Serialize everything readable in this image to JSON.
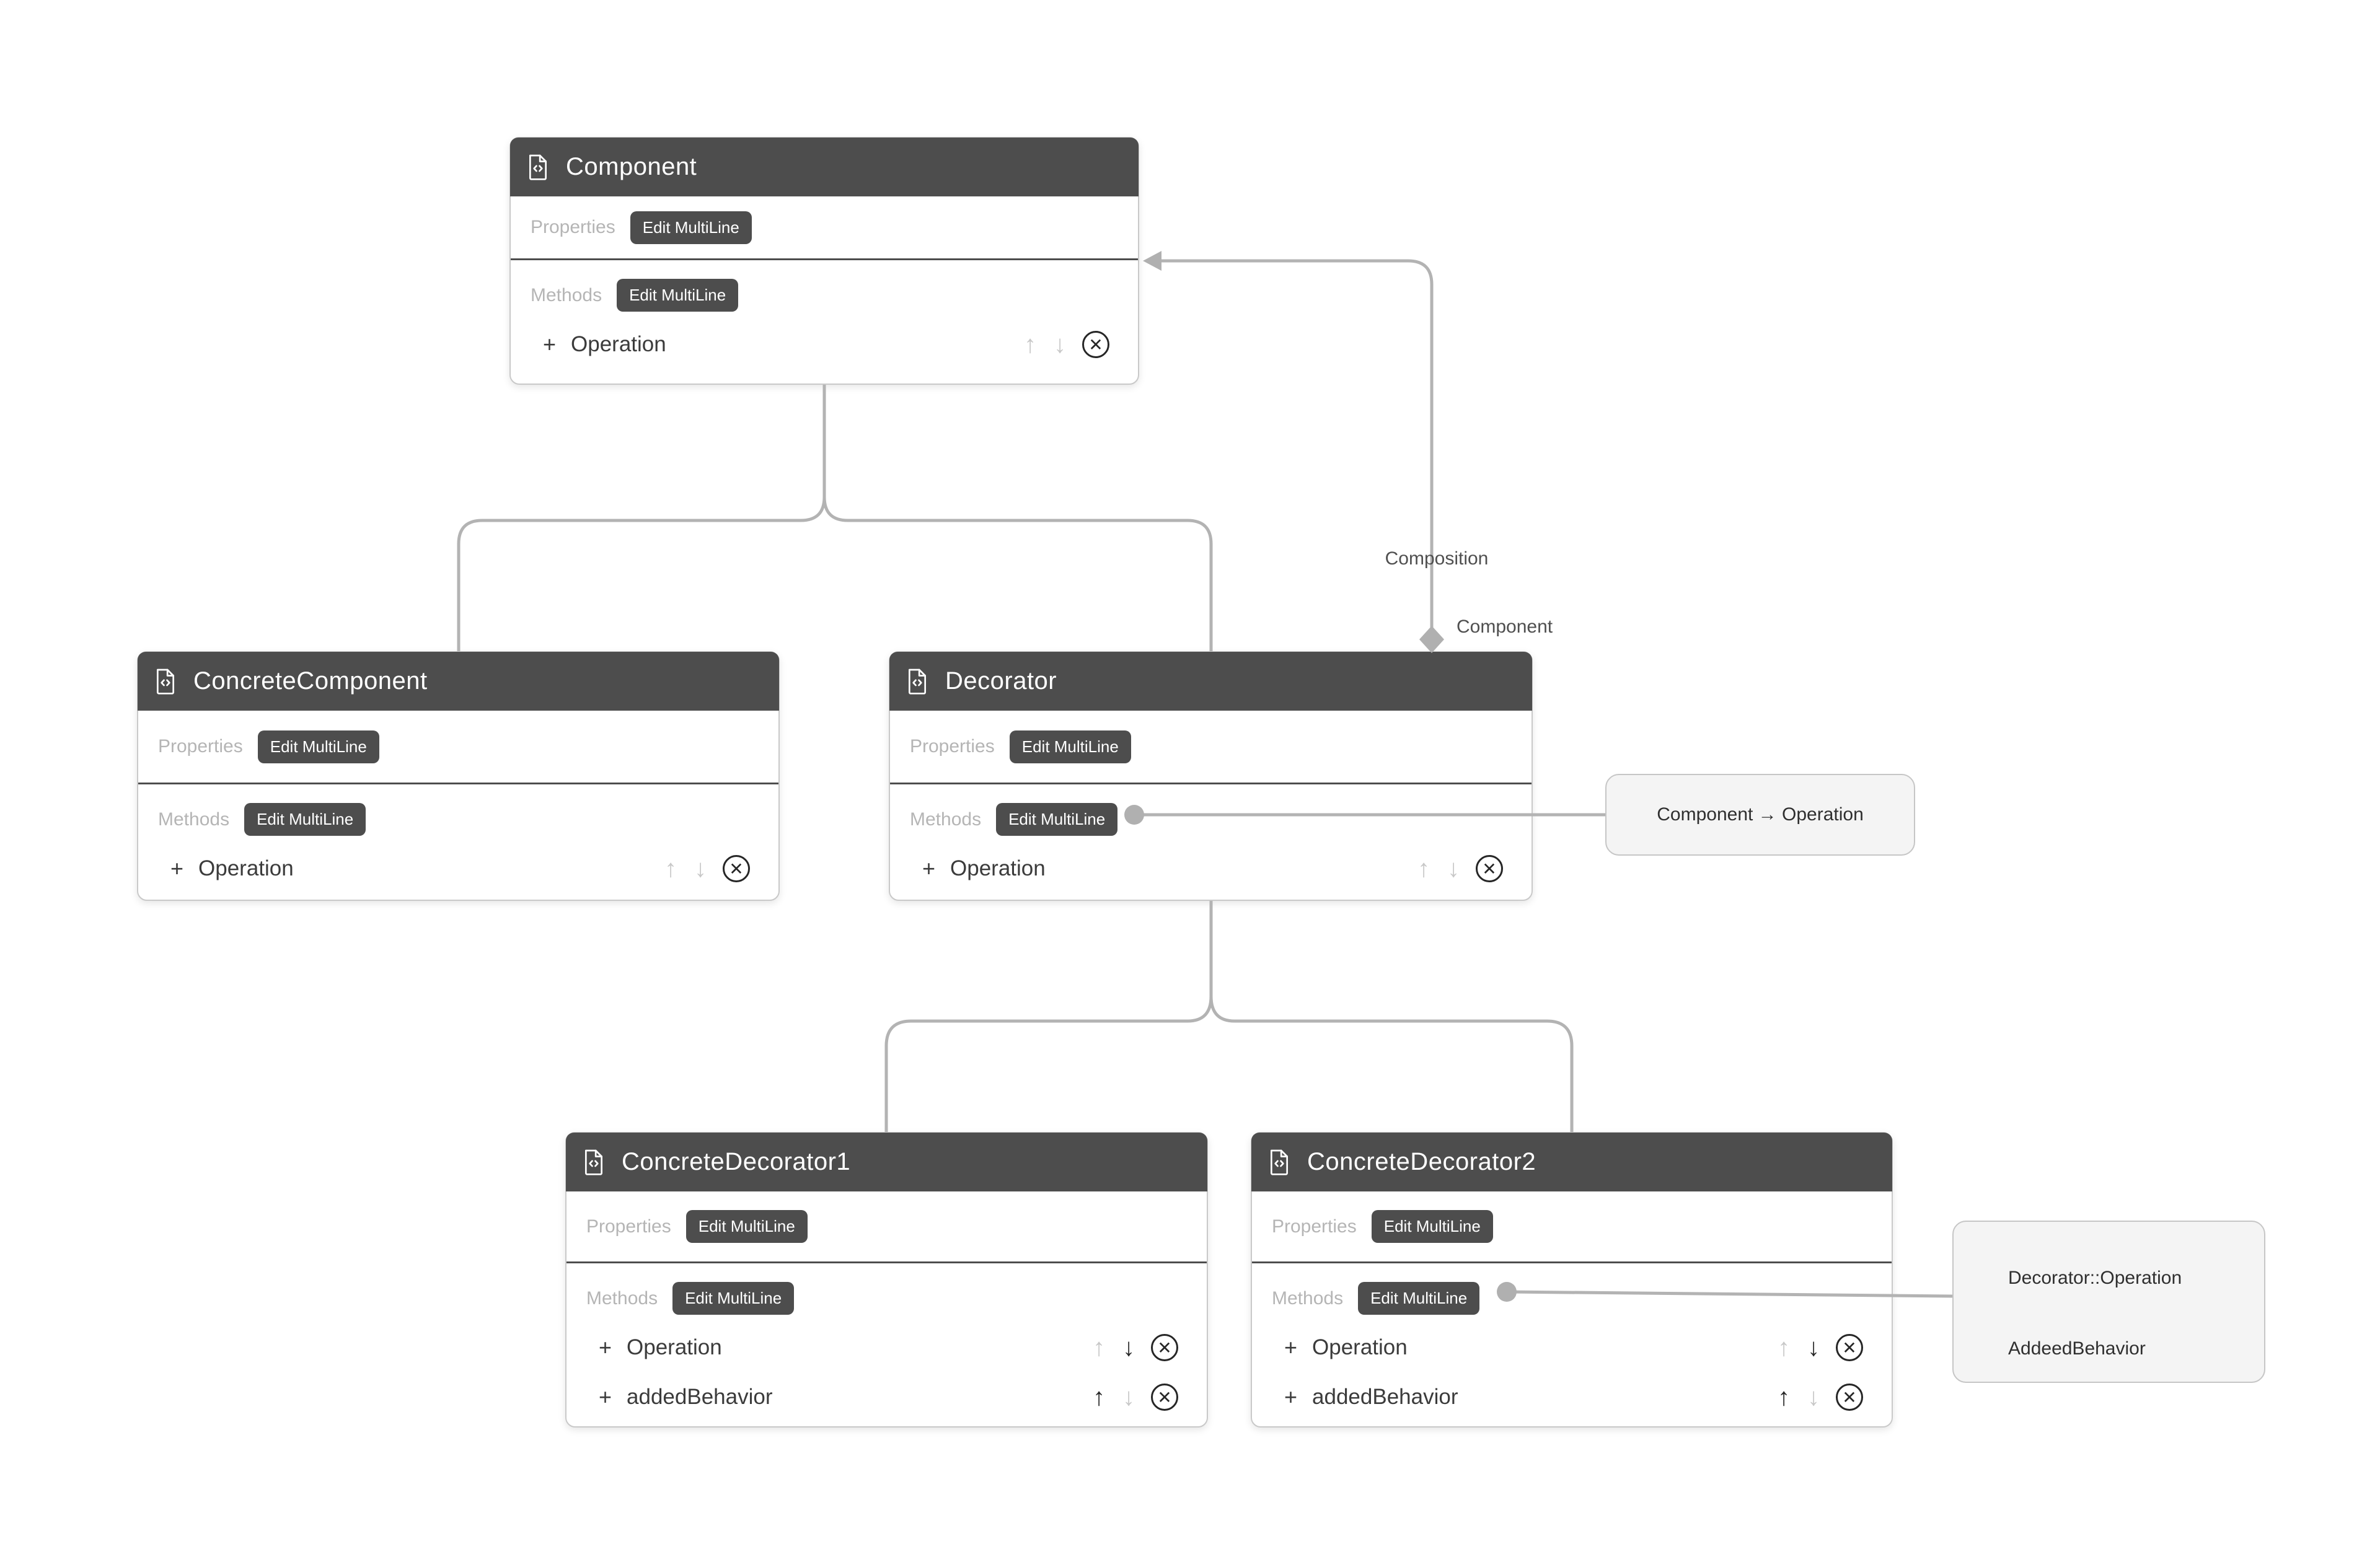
{
  "labels": {
    "properties": "Properties",
    "methods": "Methods",
    "edit_multiline": "Edit MultiLine"
  },
  "icons": {
    "header": "code-file-icon",
    "add": "+",
    "move_up": "↑",
    "move_down": "↓",
    "delete": "✕"
  },
  "colors": {
    "header_bg": "#4d4d4d",
    "badge_bg": "#4d4d4d",
    "card_border": "#c9c9c9",
    "section_label": "#b5b5b5",
    "method_text": "#3b3b3b",
    "control_enabled": "#262626",
    "control_disabled": "#c8c8c8",
    "connector": "#b3b3b3",
    "note_bg": "#f4f4f4",
    "note_border": "#c6c6c6",
    "edge_label_text": "#4f4f4f",
    "canvas_bg": "#ffffff"
  },
  "classes": [
    {
      "id": "component",
      "title": "Component",
      "methods": [
        {
          "name": "Operation",
          "up_enabled": false,
          "down_enabled": false
        }
      ]
    },
    {
      "id": "concrete-component",
      "title": "ConcreteComponent",
      "methods": [
        {
          "name": "Operation",
          "up_enabled": false,
          "down_enabled": false
        }
      ]
    },
    {
      "id": "decorator",
      "title": "Decorator",
      "methods": [
        {
          "name": "Operation",
          "up_enabled": false,
          "down_enabled": false
        }
      ]
    },
    {
      "id": "concrete-decorator-1",
      "title": "ConcreteDecorator1",
      "methods": [
        {
          "name": "Operation",
          "up_enabled": false,
          "down_enabled": true
        },
        {
          "name": "addedBehavior",
          "up_enabled": true,
          "down_enabled": false
        }
      ]
    },
    {
      "id": "concrete-decorator-2",
      "title": "ConcreteDecorator2",
      "methods": [
        {
          "name": "Operation",
          "up_enabled": false,
          "down_enabled": true
        },
        {
          "name": "addedBehavior",
          "up_enabled": true,
          "down_enabled": false
        }
      ]
    }
  ],
  "edges": {
    "composition_label": "Composition",
    "component_label": "Component"
  },
  "notes": [
    {
      "id": "note-component-operation",
      "lines": [
        "Component → Operation"
      ]
    },
    {
      "id": "note-decorator-operation",
      "lines": [
        "Decorator::Operation",
        "AddeedBehavior"
      ]
    }
  ]
}
